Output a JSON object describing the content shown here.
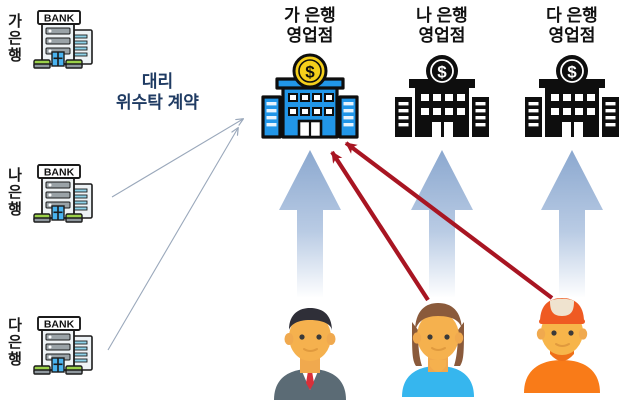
{
  "diagram": {
    "title_text": "대리 위수탁 계약",
    "contract_label_line1": "대리",
    "contract_label_line2": "위수탁 계약",
    "left_banks": [
      {
        "id": "bank-a",
        "label_line1": "가",
        "label_line2": "은",
        "label_line3": "행",
        "sign_text": "BANK"
      },
      {
        "id": "bank-b",
        "label_line1": "나",
        "label_line2": "은",
        "label_line3": "행",
        "sign_text": "BANK"
      },
      {
        "id": "bank-c",
        "label_line1": "다",
        "label_line2": "은",
        "label_line3": "행",
        "sign_text": "BANK"
      }
    ],
    "branches": [
      {
        "id": "branch-a",
        "title_line1": "가 은행",
        "title_line2": "영업점",
        "coin_symbol": "$",
        "style": "color"
      },
      {
        "id": "branch-b",
        "title_line1": "나 은행",
        "title_line2": "영업점",
        "coin_symbol": "$",
        "style": "black"
      },
      {
        "id": "branch-c",
        "title_line1": "다 은행",
        "title_line2": "영업점",
        "coin_symbol": "$",
        "style": "black"
      }
    ],
    "customers": [
      {
        "id": "customer-1",
        "type": "businessman",
        "hair_color": "#2f2f38",
        "body_color": "#5b6b75",
        "accent_color": "#d8303a"
      },
      {
        "id": "customer-2",
        "type": "woman",
        "hair_color": "#8a5a3b",
        "body_color": "#36b6ee",
        "accent_color": "#f5a623"
      },
      {
        "id": "customer-3",
        "type": "worker",
        "hair_color": "#f07020",
        "body_color": "#f97b18",
        "accent_color": "#ef5a22"
      }
    ],
    "colors": {
      "contract_arrow": "#9aa8bb",
      "red_arrow": "#a81522",
      "blue_arrow_top": "#8ba8cf",
      "blue_arrow_bottom": "#ffffff",
      "branch_color_fill": "#2196e8",
      "branch_black_fill": "#0e0e0e",
      "coin_gold": "#f5cf1b",
      "text_dark": "#111111",
      "contract_text": "#1f3b63",
      "background": "#ffffff"
    }
  }
}
